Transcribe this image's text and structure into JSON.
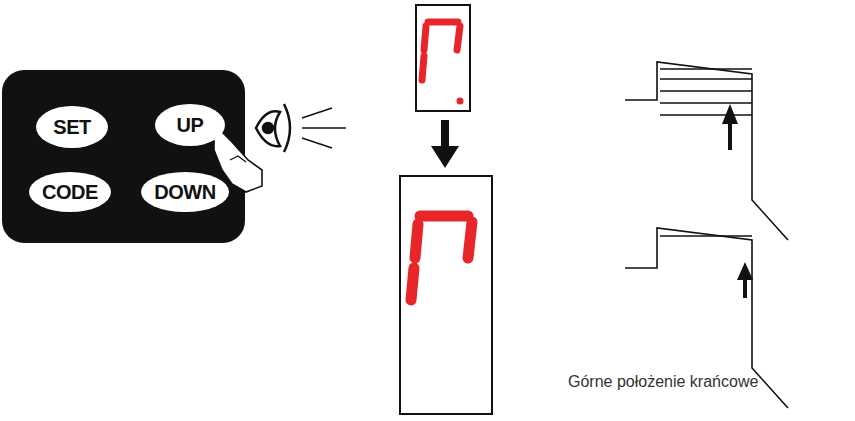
{
  "diagram": {
    "nodes": [
      {
        "text": [
          "SET"
        ]
      },
      {
        "text": [
          "UP"
        ]
      },
      {
        "text": [
          "CODE"
        ]
      },
      {
        "text": [
          "DOWN"
        ]
      }
    ],
    "labels": [
      "Górne położenie krańcowe"
    ]
  }
}
